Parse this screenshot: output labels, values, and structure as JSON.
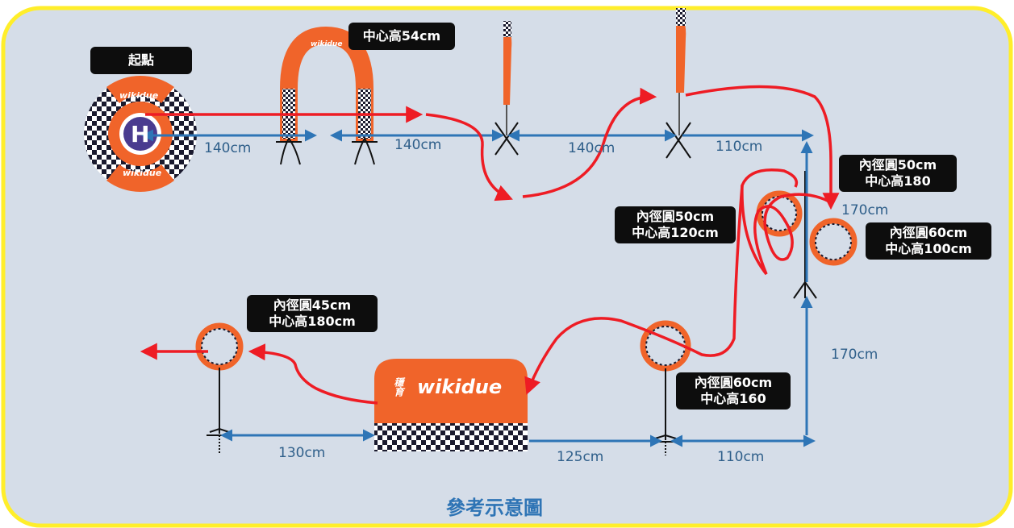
{
  "labels": {
    "start": "起點",
    "gate_arch": "中心高54cm",
    "ring_upper": {
      "line1": "內徑圓50cm",
      "line2": "中心高180"
    },
    "ring_middle": {
      "line1": "內徑圓50cm",
      "line2": "中心高120cm"
    },
    "ring_right": {
      "line1": "內徑圓60cm",
      "line2": "中心高100cm"
    },
    "ring_left": {
      "line1": "內徑圓45cm",
      "line2": "中心高180cm"
    },
    "ring_bottom": {
      "line1": "內徑圓60cm",
      "line2": "中心高160"
    }
  },
  "distances": {
    "d1": "140cm",
    "d2": "140cm",
    "d3": "140cm",
    "d4": "110cm",
    "d5": "170cm",
    "d6": "170cm",
    "d7": "130cm",
    "d8": "125cm",
    "d9": "110cm"
  },
  "brand": {
    "pad_top": "wikidue",
    "pad_bottom": "wikidue",
    "arch": "wikidue",
    "tunnel": "wikidue",
    "tunnel_tag": "穩育",
    "pad_center": "H"
  },
  "footer": {
    "reference": "參考示意圖"
  },
  "colors": {
    "background": "#d5dde8",
    "border": "#ffee2a",
    "flight_path": "#ee1c24",
    "dimension": "#2e75b6",
    "orange": "#f0642a",
    "label_bg": "#0d0d0d"
  }
}
